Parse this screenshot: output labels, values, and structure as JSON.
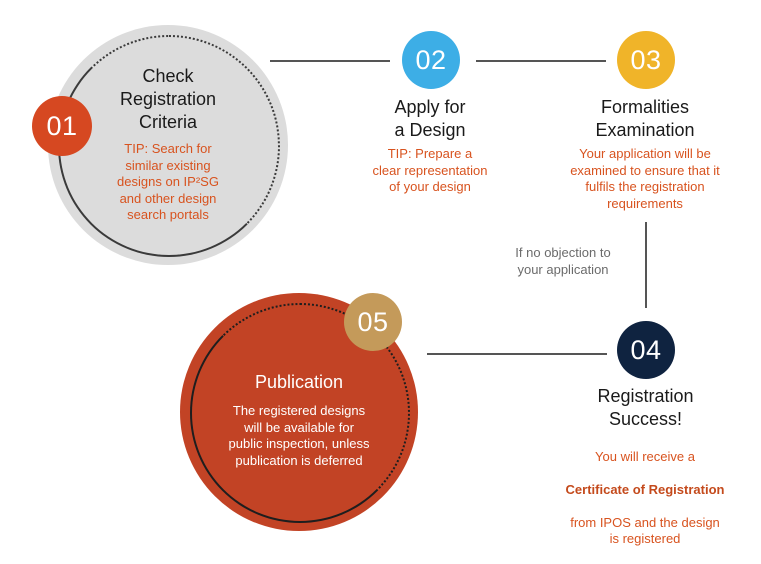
{
  "steps": [
    {
      "number": "01",
      "title": "Check\nRegistration\nCriteria",
      "description": "TIP: Search for\nsimilar existing\ndesigns on IP²SG\nand other design\nsearch portals",
      "badge_color": "#d64821"
    },
    {
      "number": "02",
      "title": "Apply for\na Design",
      "description": "TIP: Prepare a\nclear representation\nof your design",
      "badge_color": "#3daee6"
    },
    {
      "number": "03",
      "title": "Formalities\nExamination",
      "description": "Your application will be\nexamined to ensure that it\nfulfils the registration\nrequirements",
      "badge_color": "#f0b429"
    },
    {
      "number": "04",
      "title": "Registration\nSuccess!",
      "description_before": "You will receive a",
      "description_bold": "Certificate of Registration",
      "description_after": "from IPOS and the design\nis registered",
      "badge_color": "#0f2340"
    },
    {
      "number": "05",
      "title": "Publication",
      "description": "The registered designs\nwill be available for\npublic inspection, unless\npublication is deferred",
      "badge_color": "#c49a5a"
    }
  ],
  "connector_note": "If no objection to\nyour application",
  "colors": {
    "circle_grey": "#dcdcdc",
    "circle_orange": "#c24325",
    "text_orange": "#d8531f",
    "connector": "#555555"
  }
}
